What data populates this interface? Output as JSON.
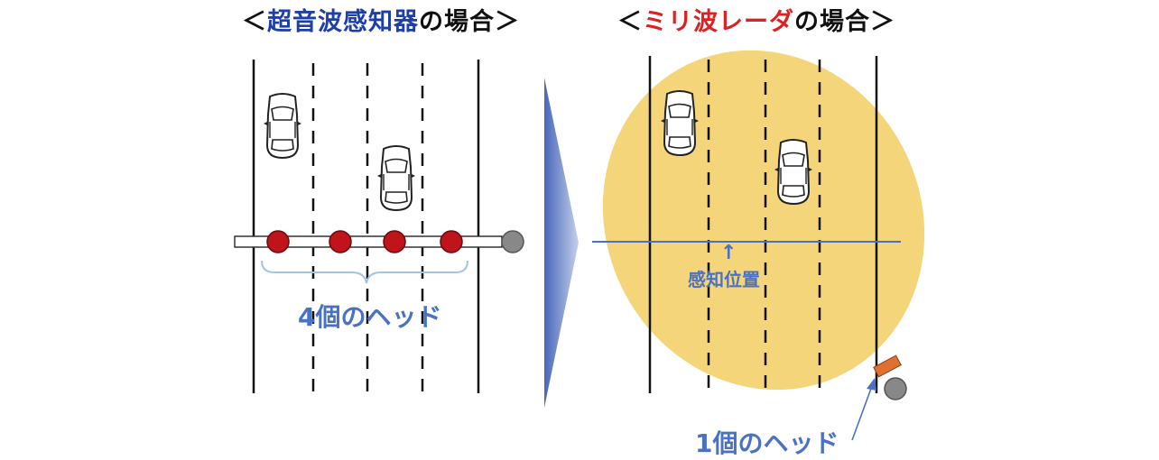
{
  "left_panel": {
    "title_open": "＜",
    "title_highlight": "超音波感知器",
    "title_rest": "の場合＞",
    "head_label": "4個のヘッド",
    "sensor_count": 4
  },
  "right_panel": {
    "title_open": "＜",
    "title_highlight": "ミリ波レーダ",
    "title_rest": "の場合＞",
    "arrow_glyph": "↑",
    "detect_label": "感知位置",
    "head_label": "1個のヘッド"
  },
  "colors": {
    "sensor_red": "#c0141b",
    "radar_zone": "#f5d57a",
    "accent_blue": "#4a72c4",
    "title_blue": "#1f3fa8",
    "title_red": "#e02020"
  }
}
